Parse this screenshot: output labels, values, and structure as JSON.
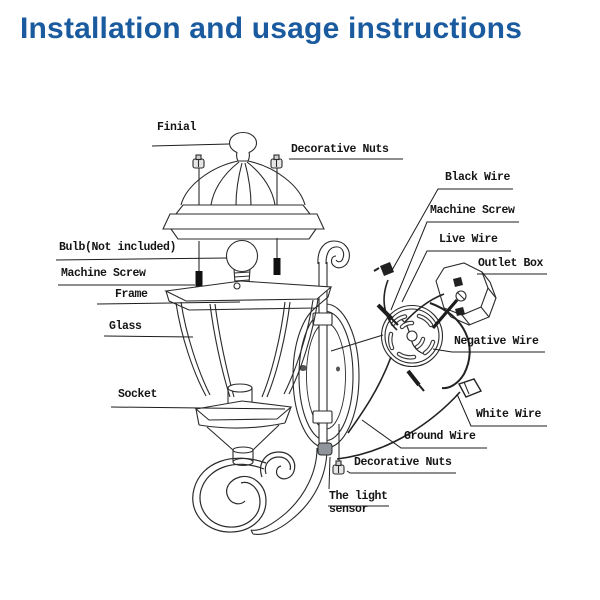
{
  "title": "Installation and usage instructions",
  "colors": {
    "title_blue": "#1a5a9e",
    "line_ink": "#2b2b2b"
  },
  "diagram": {
    "labels": {
      "finial": "Finial",
      "decorative_nuts_top": "Decorative Nuts",
      "bulb": "Bulb(Not included)",
      "machine_screw_left": "Machine Screw",
      "frame": "Frame",
      "glass": "Glass",
      "socket": "Socket",
      "black_wire": "Black Wire",
      "machine_screw_right": "Machine Screw",
      "live_wire": "Live Wire",
      "outlet_box": "Outlet Box",
      "negative_wire": "Negative Wire",
      "white_wire": "White Wire",
      "ground_wire": "Ground Wire",
      "decorative_nuts_bottom": "Decorative Nuts",
      "light_sensor": "The light sensor"
    }
  }
}
